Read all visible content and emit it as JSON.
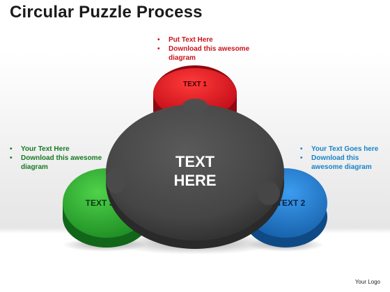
{
  "title": "Circular Puzzle Process",
  "center": {
    "line1": "TEXT",
    "line2": "HERE"
  },
  "pieces": {
    "top": {
      "label": "TEXT 1",
      "color": "#d4141e"
    },
    "left": {
      "label": "TEXT 3",
      "color": "#2aa62e"
    },
    "right": {
      "label": "TEXT 2",
      "color": "#1f73c4"
    },
    "center_color": "#4a4a4a"
  },
  "bullets": {
    "red": [
      "Put Text Here",
      "Download this awesome diagram"
    ],
    "green": [
      "Your Text Here",
      "Download this awesome diagram"
    ],
    "blue": [
      "Your Text Goes here",
      "Download this awesome diagram"
    ]
  },
  "logo": "Your Logo"
}
